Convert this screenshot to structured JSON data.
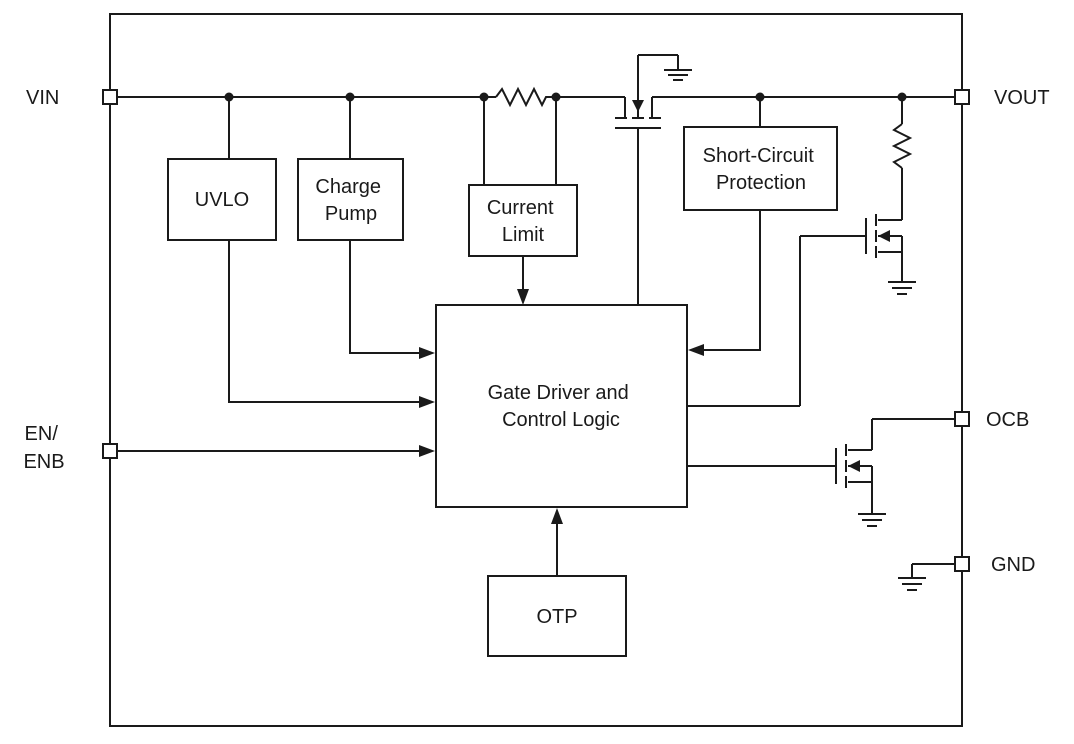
{
  "pins": {
    "vin": "VIN",
    "vout": "VOUT",
    "en_line1": "EN/",
    "en_line2": "ENB",
    "ocb": "OCB",
    "gnd": "GND"
  },
  "blocks": {
    "uvlo": "UVLO",
    "charge_pump": [
      "Charge",
      "Pump"
    ],
    "current_limit": [
      "Current",
      "Limit"
    ],
    "short_circuit": [
      "Short-Circuit",
      "Protection"
    ],
    "gate_driver": [
      "Gate Driver and",
      "Control Logic"
    ],
    "otp": "OTP"
  },
  "colors": {
    "line": "#1a1a1a",
    "background": "#ffffff"
  }
}
